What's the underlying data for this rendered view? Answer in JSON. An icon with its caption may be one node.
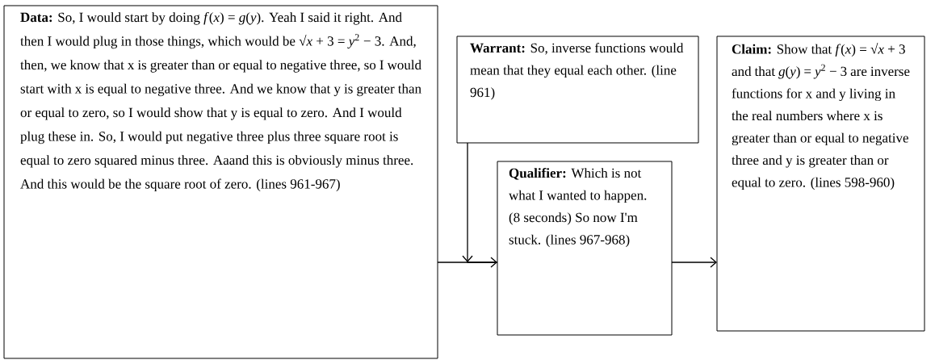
{
  "diagram": {
    "nodes": [
      {
        "text": [
          "**Data:** So, I would start by doing *f*(*x*) = *g*(*y*). Yeah I said it right. And then I would plug in those things, which would be √*x* + 3 = *y*$^{2}$ − 3. And, then, we know that x is greater than or equal to negative three, so I would start with x is equal to negative three. And we know that y is greater than or equal to zero, so I would show that y is equal to zero. And I would plug these in. So, I would put negative three plus three square root is equal to zero squared minus three. Aaand this is obviously minus three. And this would be the square root of zero. (lines 961-967)"
        ]
      },
      {
        "text": [
          "**Warrant:** So, inverse functions would mean that they equal each other. (line 961)"
        ]
      },
      {
        "text": [
          "**Qualifier:** Which is not what I wanted to happen. (8 seconds) So now I'm stuck. (lines 967-968)"
        ]
      },
      {
        "text": [
          "**Claim:** Show that *f*(*x*) = √*x* + 3 and that *g*(*y*) = *y*$^{2}$ − 3 are inverse functions for x and y living in the real numbers where x is greater than or equal to negative three and y is greater than or equal to zero. (lines 598-960)"
        ]
      }
    ],
    "edges": [
      {
        "from": 0,
        "to": 2,
        "arrow": "to"
      },
      {
        "from": 1,
        "to": 2,
        "arrow": "to"
      },
      {
        "from": 2,
        "to": 3,
        "arrow": "to"
      }
    ]
  }
}
